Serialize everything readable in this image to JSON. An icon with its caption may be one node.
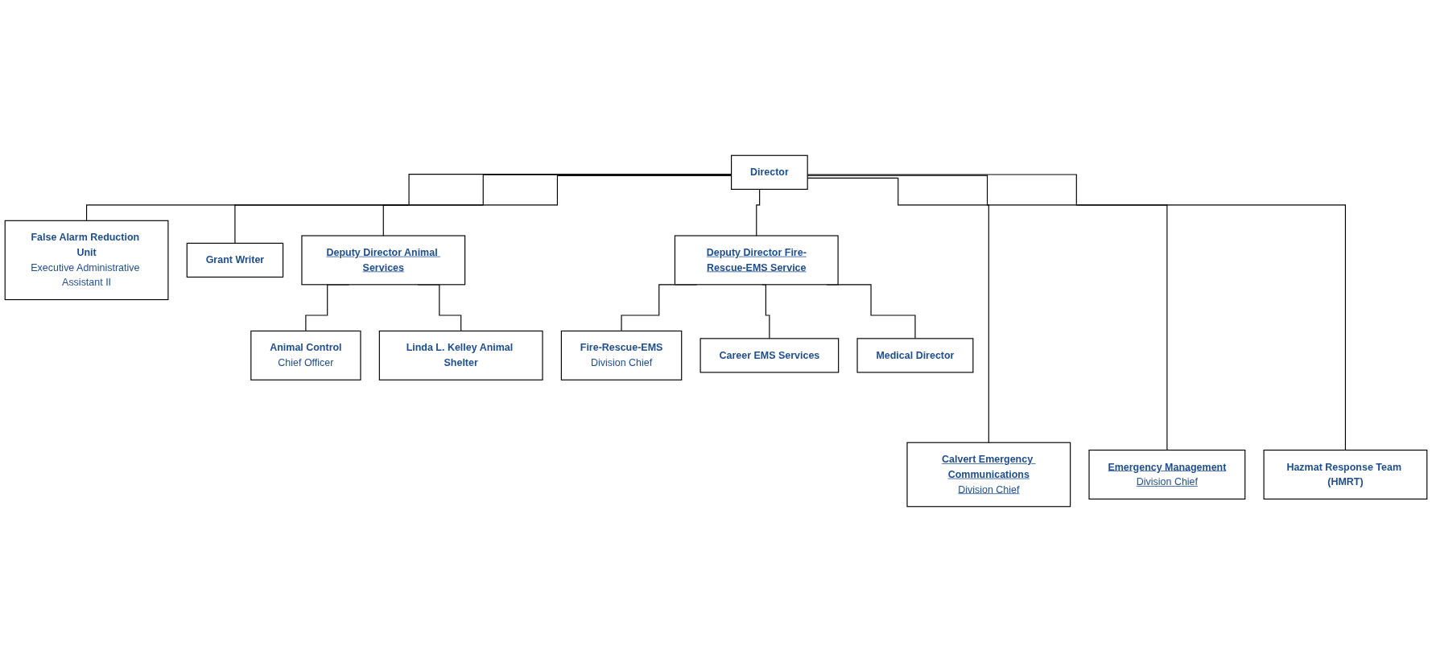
{
  "diagram": {
    "nodes": [
      {
        "text": [
          "Director"
        ]
      },
      {
        "text": [
          "False Alarm Reduction Unit",
          "Executive Administrative Assistant II"
        ]
      },
      {
        "text": [
          "Grant Writer"
        ]
      },
      {
        "text": [
          "Deputy Director Animal Services"
        ]
      },
      {
        "text": [
          "Deputy Director Fire-Rescue-EMS Service"
        ]
      },
      {
        "text": [
          "Animal Control",
          "Chief Officer"
        ]
      },
      {
        "text": [
          "Linda L. Kelley Animal Shelter"
        ]
      },
      {
        "text": [
          "Fire-Rescue-EMS",
          "Division Chief"
        ]
      },
      {
        "text": [
          "Career EMS Services"
        ]
      },
      {
        "text": [
          "Medical Director"
        ]
      },
      {
        "text": [
          "Calvert Emergency Communications",
          "Division Chief"
        ]
      },
      {
        "text": [
          "Emergency Management",
          "Division Chief"
        ]
      },
      {
        "text": [
          "Hazmat Response Team (HMRT)"
        ]
      }
    ],
    "edges": [
      {
        "from": 0,
        "to": 3,
        "arrow": "none"
      },
      {
        "from": 0,
        "to": 1,
        "arrow": "none"
      },
      {
        "from": 0,
        "to": 2,
        "arrow": "none"
      },
      {
        "from": 0,
        "to": 4,
        "arrow": "none"
      },
      {
        "from": 3,
        "to": 5,
        "arrow": "none"
      },
      {
        "from": 3,
        "to": 6,
        "arrow": "none"
      },
      {
        "from": 4,
        "to": 7,
        "arrow": "none"
      },
      {
        "from": 4,
        "to": 8,
        "arrow": "none"
      },
      {
        "from": 4,
        "to": 9,
        "arrow": "none"
      },
      {
        "from": 0,
        "to": 10,
        "arrow": "none"
      },
      {
        "from": 0,
        "to": 11,
        "arrow": "none"
      },
      {
        "from": 0,
        "to": 12,
        "arrow": "none"
      }
    ]
  }
}
